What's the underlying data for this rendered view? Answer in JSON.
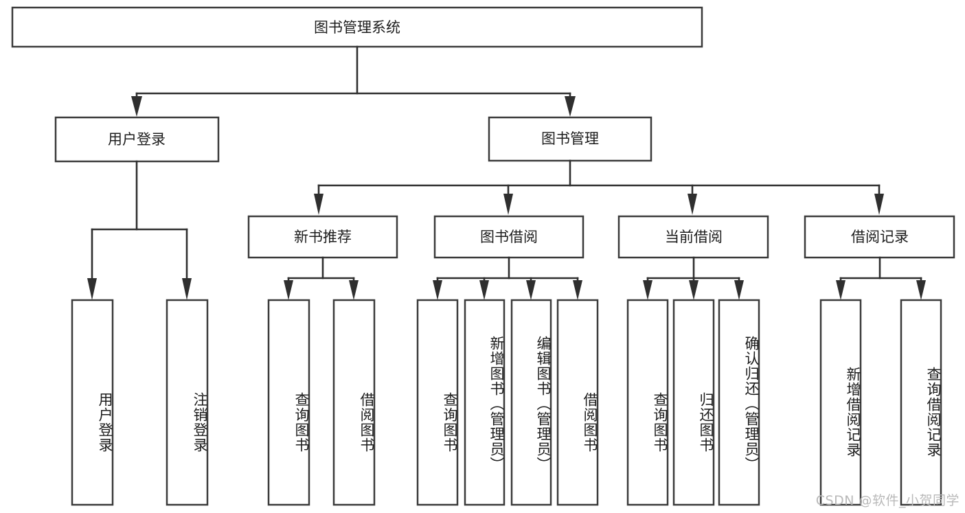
{
  "diagram": {
    "type": "tree",
    "title_node": {
      "label": "图书管理系统"
    },
    "level2": [
      {
        "label": "用户登录"
      },
      {
        "label": "图书管理"
      }
    ],
    "level3": [
      {
        "label": "新书推荐"
      },
      {
        "label": "图书借阅"
      },
      {
        "label": "当前借阅"
      },
      {
        "label": "借阅记录"
      }
    ],
    "leaves": {
      "user_login": [
        {
          "label": "用户登录"
        },
        {
          "label": "注销登录"
        }
      ],
      "new_book_recommend": [
        {
          "label": "查询图书"
        },
        {
          "label": "借阅图书"
        }
      ],
      "book_borrow": [
        {
          "label": "查询图书"
        },
        {
          "label": "新增图书（管理员）"
        },
        {
          "label": "编辑图书（管理员）"
        },
        {
          "label": "借阅图书"
        }
      ],
      "current_borrow": [
        {
          "label": "查询图书"
        },
        {
          "label": "归还图书"
        },
        {
          "label": "确认归还（管理员）"
        }
      ],
      "borrow_record": [
        {
          "label": "新增借阅记录"
        },
        {
          "label": "查询借阅记录"
        }
      ]
    }
  },
  "watermark": {
    "text": "CSDN @软件_小贺同学"
  },
  "colors": {
    "box_stroke": "#3a3a3a",
    "connector": "#2f2f2f",
    "text": "#1c1c1c",
    "background": "#ffffff",
    "watermark": "#b9b9b9"
  }
}
